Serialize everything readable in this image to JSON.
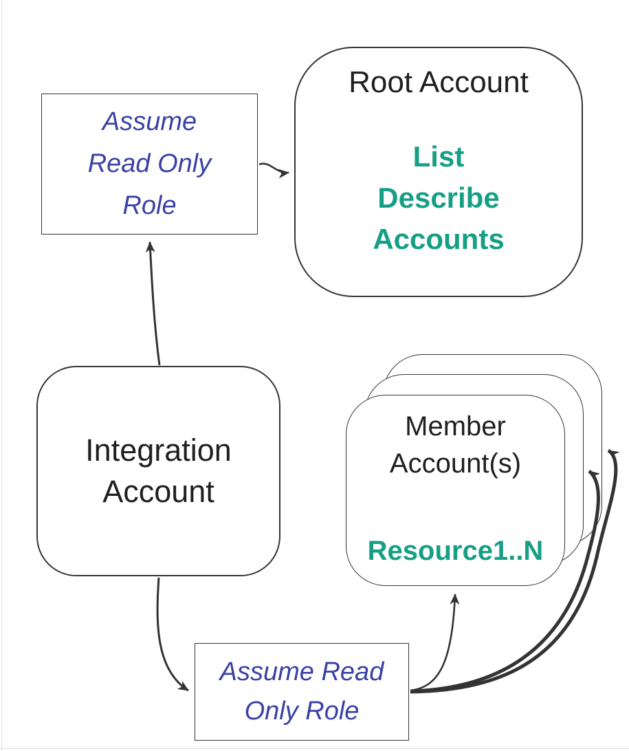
{
  "colors": {
    "role_text_blue": "#3A41A5",
    "action_text_teal": "#169F85",
    "node_text": "#1f1f1f",
    "line": "#333333",
    "box_border": "#343434",
    "page_edge": "#dcdcdc"
  },
  "nodes": {
    "root_account": {
      "title": "Root Account",
      "actions": [
        "List",
        "Describe",
        "Accounts"
      ]
    },
    "assume_role_top": {
      "lines": [
        "Assume",
        "Read Only",
        "Role"
      ]
    },
    "integration_account": {
      "lines": [
        "Integration",
        "Account"
      ]
    },
    "member_accounts": {
      "title_lines": [
        "Member",
        "Account(s)"
      ],
      "resources": "Resource1..N",
      "stack_count": 3
    },
    "assume_role_bottom": {
      "lines": [
        "Assume Read",
        "Only Role"
      ]
    }
  },
  "edges": [
    {
      "from": "assume-role-top",
      "to": "root-account"
    },
    {
      "from": "integration-account",
      "to": "assume-role-top"
    },
    {
      "from": "integration-account",
      "to": "assume-role-bottom"
    },
    {
      "from": "assume-role-bottom",
      "to": "member-account-front"
    },
    {
      "from": "assume-role-bottom",
      "to": "member-account-middle"
    },
    {
      "from": "assume-role-bottom",
      "to": "member-account-back"
    }
  ]
}
